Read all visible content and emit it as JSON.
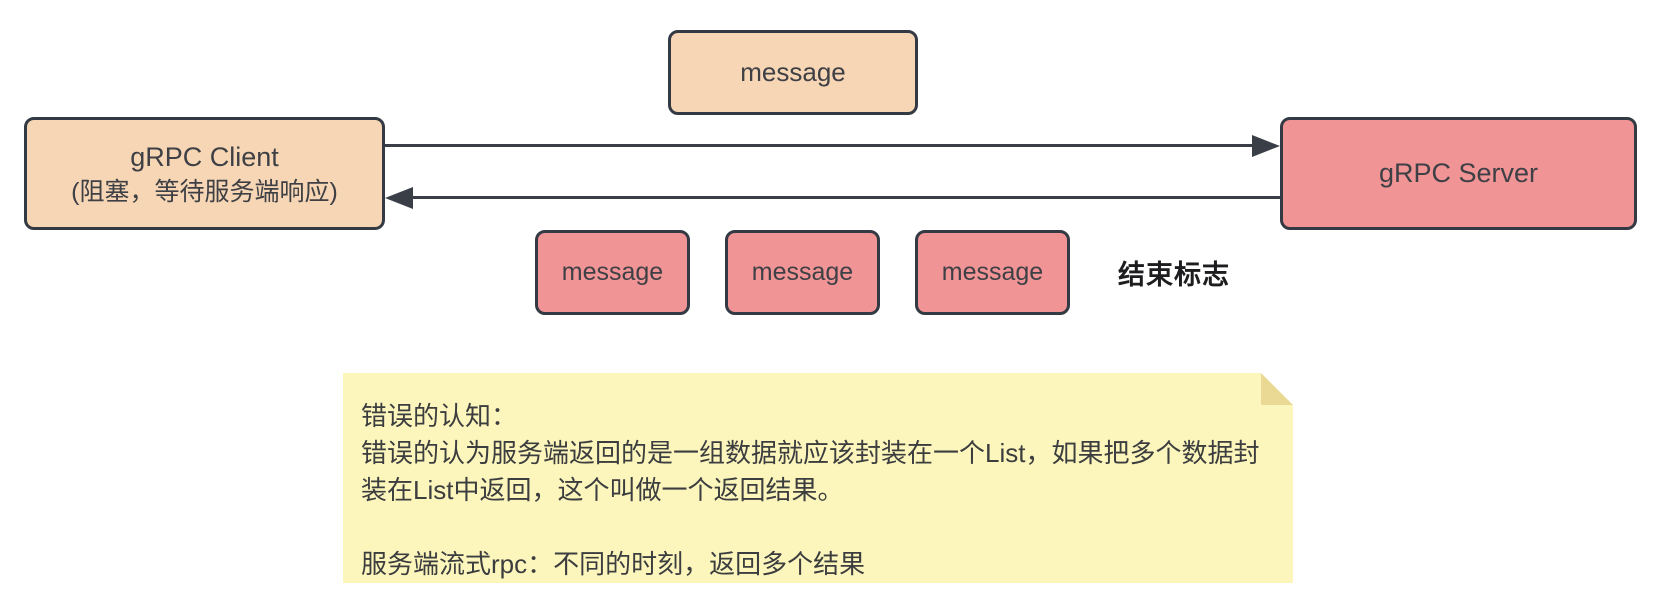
{
  "diagram": {
    "request_message": {
      "label": "message"
    },
    "client": {
      "title": "gRPC Client",
      "subtitle": "(阻塞，等待服务端响应)"
    },
    "server": {
      "title": "gRPC Server"
    },
    "stream_messages": [
      {
        "label": "message"
      },
      {
        "label": "message"
      },
      {
        "label": "message"
      }
    ],
    "end_marker_label": "结束标志",
    "note": {
      "lines": [
        "错误的认知：",
        "错误的认为服务端返回的是一组数据就应该封装在一个List，如果把多个数据封",
        "装在List中返回，这个叫做一个返回结果。",
        "",
        "服务端流式rpc：不同的时刻，返回多个结果"
      ]
    },
    "colors": {
      "peach_fill": "#f6d6b4",
      "red_fill": "#f09496",
      "shape_border": "#343a43",
      "arrow": "#3a3f47",
      "note_fill": "#fcf6bd",
      "note_fold": "#e9d995",
      "text": "#3f4045"
    }
  }
}
